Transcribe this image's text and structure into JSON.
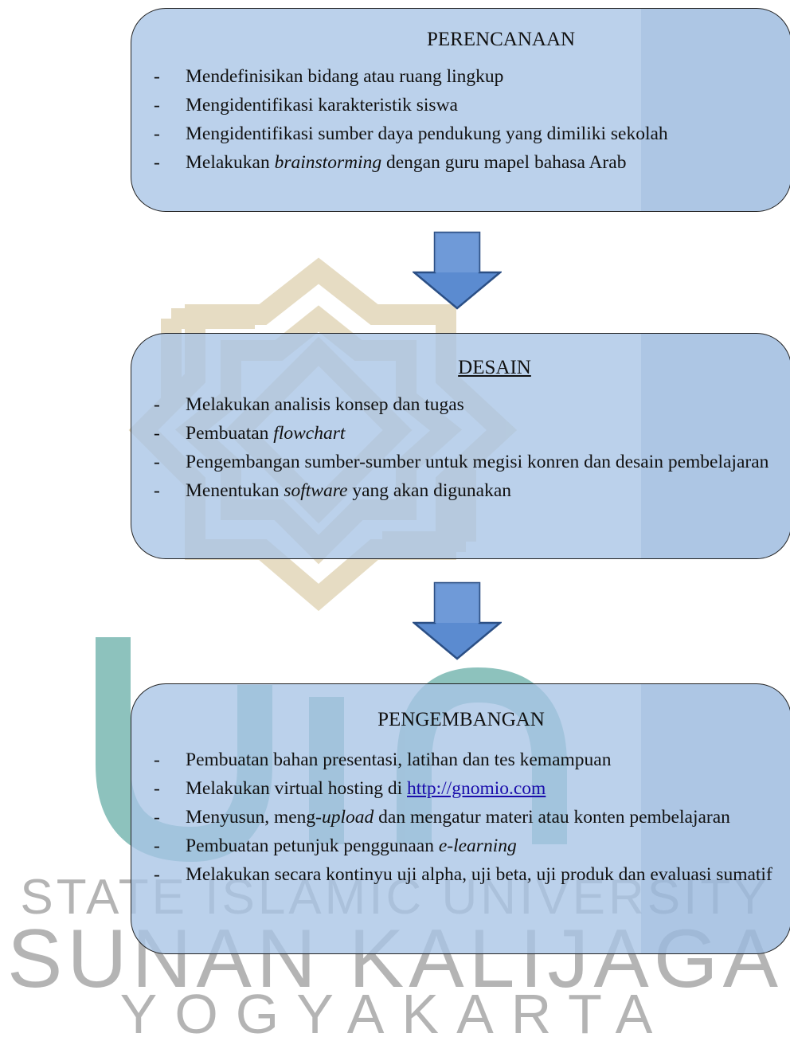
{
  "watermark": {
    "line1": "STATE ISLAMIC UNIVERSITY",
    "line2": "SUNAN KALIJAGA",
    "line3": "YOGYAKARTA",
    "logo_name": "uin-sunan-kalijaga-logo"
  },
  "colors": {
    "box_fill": "#a8c4e6",
    "arrow_fill": "#4f7fc8",
    "arrow_fill_light": "#7fa7dd",
    "outline": "#222222",
    "watermark_gold": "#e2d6b8",
    "watermark_teal": "#2f8f86"
  },
  "perencanaan": {
    "title": "PERENCANAAN",
    "items": [
      {
        "dash": "-",
        "text": "Mendefinisikan bidang atau ruang lingkup"
      },
      {
        "dash": "-",
        "text": "Mengidentifikasi karakteristik siswa"
      },
      {
        "dash": "-",
        "text": "Mengidentifikasi sumber daya pendukung yang dimiliki sekolah"
      },
      {
        "dash": "-",
        "pre": "Melakukan ",
        "em": "brainstorming",
        "post": " dengan guru mapel bahasa Arab"
      }
    ]
  },
  "desain": {
    "title": "DESAIN",
    "items": [
      {
        "dash": "-",
        "text": "Melakukan analisis konsep dan tugas"
      },
      {
        "dash": "-",
        "pre": "Pembuatan ",
        "em": "flowchart",
        "post": ""
      },
      {
        "dash": "-",
        "text": "Pengembangan sumber-sumber untuk megisi konren dan desain pembelajaran"
      },
      {
        "dash": "-",
        "pre": "Menentukan ",
        "em": "software",
        "post": " yang akan digunakan"
      }
    ]
  },
  "pengembangan": {
    "title": "PENGEMBANGAN",
    "items": [
      {
        "dash": "-",
        "text": "Pembuatan bahan presentasi, latihan dan tes kemampuan"
      },
      {
        "dash": "-",
        "pre": "Melakukan virtual hosting di ",
        "link": "http://gnomio.com"
      },
      {
        "dash": "-",
        "pre": "Menyusun, meng-",
        "em": "upload",
        "post": " dan mengatur materi atau konten pembelajaran"
      },
      {
        "dash": "-",
        "pre": "Pembuatan petunjuk penggunaan ",
        "em": "e-learning",
        "post": ""
      },
      {
        "dash": "-",
        "text": "Melakukan secara kontinyu uji alpha, uji beta, uji produk dan evaluasi sumatif"
      }
    ]
  }
}
